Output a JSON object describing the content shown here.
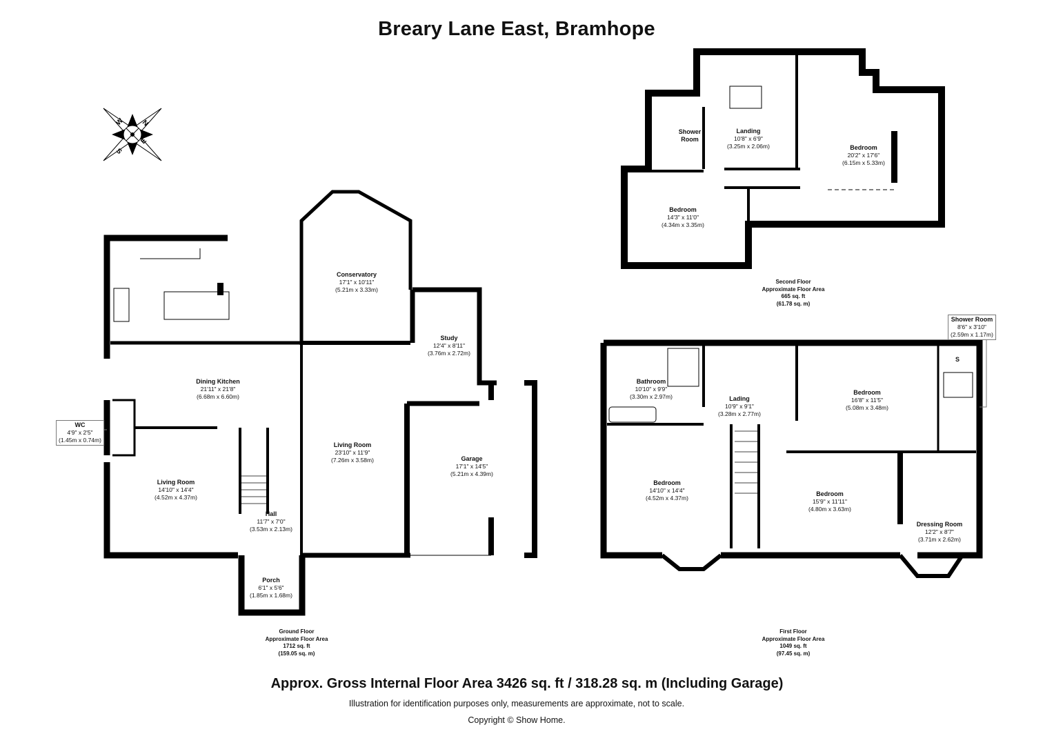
{
  "title": "Breary Lane East, Bramhope",
  "compass": {
    "icon": "compass-rose-icon",
    "labels": [
      "N",
      "E",
      "S",
      "W"
    ]
  },
  "floors": [
    {
      "name": "Ground Floor",
      "area_label": "Approximate Floor Area",
      "area_sqft": "1712 sq. ft",
      "area_sqm": "(159.05 sq. m)",
      "rooms": [
        {
          "name": "Dining Kitchen",
          "imperial": "21'11\" x 21'8\"",
          "metric": "(6.68m x 6.60m)"
        },
        {
          "name": "WC",
          "imperial": "4'9\" x 2'5\"",
          "metric": "(1.45m x 0.74m)"
        },
        {
          "name": "Living Room",
          "imperial": "14'10\" x 14'4\"",
          "metric": "(4.52m x 4.37m)"
        },
        {
          "name": "Hall",
          "imperial": "11'7\" x 7'0\"",
          "metric": "(3.53m x 2.13m)"
        },
        {
          "name": "Porch",
          "imperial": "6'1\" x 5'6\"",
          "metric": "(1.85m x 1.68m)"
        },
        {
          "name": "Conservatory",
          "imperial": "17'1\" x 10'11\"",
          "metric": "(5.21m x 3.33m)"
        },
        {
          "name": "Study",
          "imperial": "12'4\" x 8'11\"",
          "metric": "(3.76m x 2.72m)"
        },
        {
          "name": "Living Room",
          "imperial": "23'10\" x 11'9\"",
          "metric": "(7.26m x 3.58m)"
        },
        {
          "name": "Garage",
          "imperial": "17'1\" x 14'5\"",
          "metric": "(5.21m x 4.39m)"
        }
      ]
    },
    {
      "name": "Second Floor",
      "area_label": "Approximate Floor Area",
      "area_sqft": "665 sq. ft",
      "area_sqm": "(61.78 sq. m)",
      "rooms": [
        {
          "name": "Shower",
          "name2": "Room",
          "imperial": "",
          "metric": ""
        },
        {
          "name": "Landing",
          "imperial": "10'8\" x 6'9\"",
          "metric": "(3.25m x 2.06m)"
        },
        {
          "name": "Bedroom",
          "imperial": "20'2\" x 17'6\"",
          "metric": "(6.15m x 5.33m)"
        },
        {
          "name": "Bedroom",
          "imperial": "14'3\" x 11'0\"",
          "metric": "(4.34m x 3.35m)"
        }
      ]
    },
    {
      "name": "First Floor",
      "area_label": "Approximate Floor Area",
      "area_sqft": "1049 sq. ft",
      "area_sqm": "(97.45 sq. m)",
      "rooms": [
        {
          "name": "Bathroom",
          "imperial": "10'10\" x 9'9\"",
          "metric": "(3.30m x 2.97m)"
        },
        {
          "name": "Lading",
          "imperial": "10'9\" x 9'1\"",
          "metric": "(3.28m x 2.77m)"
        },
        {
          "name": "Bedroom",
          "imperial": "16'8\" x 11'5\"",
          "metric": "(5.08m x 3.48m)"
        },
        {
          "name": "Shower Room",
          "imperial": "8'6\" x 3'10\"",
          "metric": "(2.59m x 1.17m)"
        },
        {
          "name": "Bedroom",
          "imperial": "14'10\" x 14'4\"",
          "metric": "(4.52m x 4.37m)"
        },
        {
          "name": "Bedroom",
          "imperial": "15'9\" x 11'11\"",
          "metric": "(4.80m x 3.63m)"
        },
        {
          "name": "Dressing Room",
          "imperial": "12'2\" x 8'7\"",
          "metric": "(3.71m x 2.62m)"
        },
        {
          "name": "S",
          "imperial": "",
          "metric": ""
        }
      ]
    }
  ],
  "footer": {
    "gross_area": "Approx. Gross Internal Floor Area 3426 sq. ft / 318.28 sq. m (Including Garage)",
    "disclaimer": "Illustration for identification purposes only, measurements are approximate, not to scale.",
    "copyright": "Copyright © Show Home."
  },
  "colors": {
    "wall": "#000000",
    "background": "#ffffff",
    "label_border": "#777777"
  }
}
